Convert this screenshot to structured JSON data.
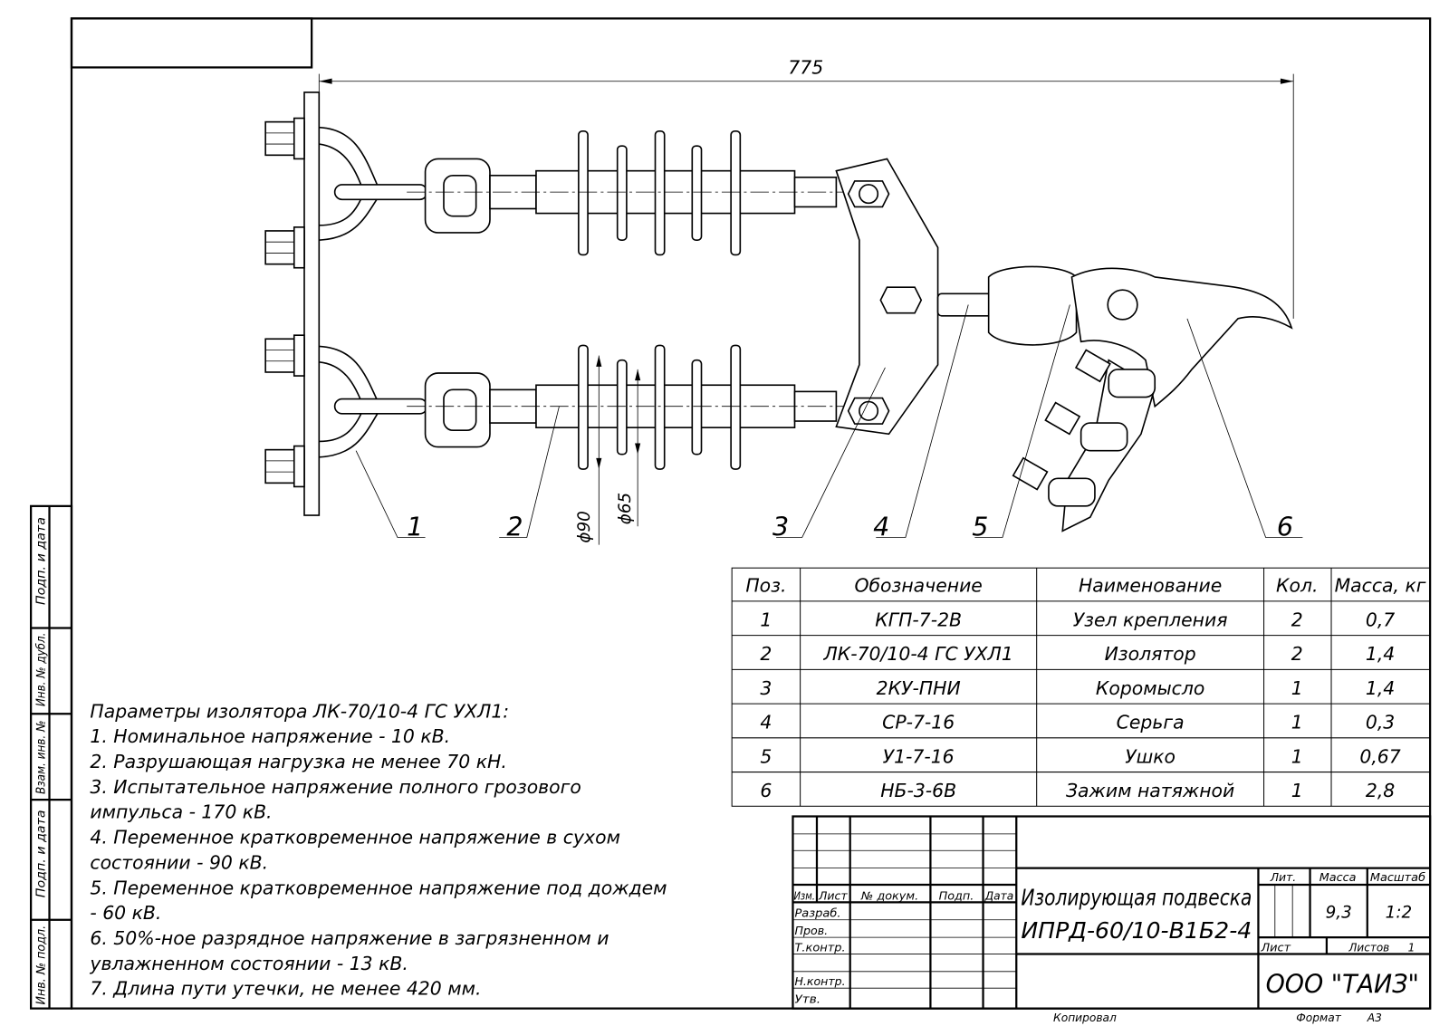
{
  "dimensions": {
    "overall_length": "775",
    "shed_large": "ϕ90",
    "shed_small": "ϕ65"
  },
  "callouts": [
    "1",
    "2",
    "3",
    "4",
    "5",
    "6"
  ],
  "side_stamps": [
    "Подп. и дата",
    "Инв. № дубл.",
    "Взам. инв. №",
    "Подп. и дата",
    "Инв. № подл."
  ],
  "parts_table": {
    "headers": [
      "Поз.",
      "Обозначение",
      "Наименование",
      "Кол.",
      "Масса, кг"
    ],
    "rows": [
      [
        "1",
        "КГП-7-2В",
        "Узел крепления",
        "2",
        "0,7"
      ],
      [
        "2",
        "ЛК-70/10-4 ГС УХЛ1",
        "Изолятор",
        "2",
        "1,4"
      ],
      [
        "3",
        "2КУ-ПНИ",
        "Коромысло",
        "1",
        "1,4"
      ],
      [
        "4",
        "СР-7-16",
        "Серьга",
        "1",
        "0,3"
      ],
      [
        "5",
        "У1-7-16",
        "Ушко",
        "1",
        "0,67"
      ],
      [
        "6",
        "НБ-3-6В",
        "Зажим натяжной",
        "1",
        "2,8"
      ]
    ]
  },
  "notes": [
    "Параметры изолятора ЛК-70/10-4 ГС УХЛ1:",
    "1. Номинальное напряжение - 10 кВ.",
    "2. Разрушающая нагрузка не менее 70 кН.",
    "3. Испытательное напряжение полного грозового",
    "импульса - 170 кВ.",
    "4. Переменное кратковременное напряжение  в сухом",
    "состоянии - 90 кВ.",
    "5. Переменное кратковременное напряжение под дождем",
    "- 60 кВ.",
    "6. 50%-ное разрядное напряжение в загрязненном и",
    "увлажненном состоянии - 13 кВ.",
    "7. Длина пути утечки, не менее 420 мм."
  ],
  "title_block": {
    "col_headers": [
      "Изм.",
      "Лист",
      "№ докум.",
      "Подп.",
      "Дата"
    ],
    "roles": [
      "Разраб.",
      "Пров.",
      "Т.контр.",
      "Н.контр.",
      "Утв."
    ],
    "title_line1": "Изолирующая подвеска",
    "title_line2": "ИПРД-60/10-В1Б2-4",
    "lit_label": "Лит.",
    "mass_label": "Масса",
    "scale_label": "Масштаб",
    "mass_value": "9,3",
    "scale_value": "1:2",
    "sheet_label": "Лист",
    "sheets_label": "Листов",
    "sheets_value": "1",
    "company": "ООО \"ТАИЗ\"",
    "copied_label": "Копировал",
    "format_label": "Формат",
    "format_value": "А3"
  }
}
